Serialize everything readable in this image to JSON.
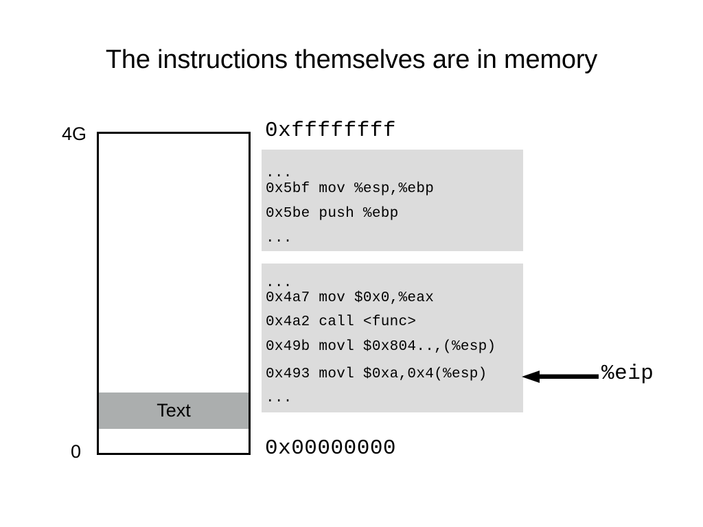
{
  "slide": {
    "title": "The instructions themselves are in memory"
  },
  "memory_diagram": {
    "top_label": "4G",
    "bottom_label": "0",
    "segments": [
      {
        "name": "text",
        "label": "Text",
        "color": "#abaeae"
      }
    ],
    "border_color": "#000000",
    "background": "#ffffff"
  },
  "address_labels": {
    "top": "0xffffffff",
    "bottom": "0x00000000"
  },
  "code_blocks": [
    {
      "id": "high-addresses",
      "background": "#dcdcdc",
      "lines": [
        "...",
        "0x5bf mov %esp,%ebp",
        "0x5be push %ebp",
        "..."
      ]
    },
    {
      "id": "low-addresses",
      "background": "#dcdcdc",
      "lines": [
        "...",
        "0x4a7 mov $0x0,%eax",
        "0x4a2 call <func>",
        "0x49b movl $0x804..,(%esp)",
        "0x493 movl $0xa,0x4(%esp)",
        "..."
      ]
    }
  ],
  "pointer": {
    "label": "%eip",
    "icon": "left-arrow-icon",
    "points_to_line": "0x493 movl $0xa,0x4(%esp)"
  },
  "colors": {
    "code_block_gray": "#dcdcdc",
    "text_segment_gray": "#abaeae",
    "foreground": "#000000",
    "background": "#ffffff"
  }
}
